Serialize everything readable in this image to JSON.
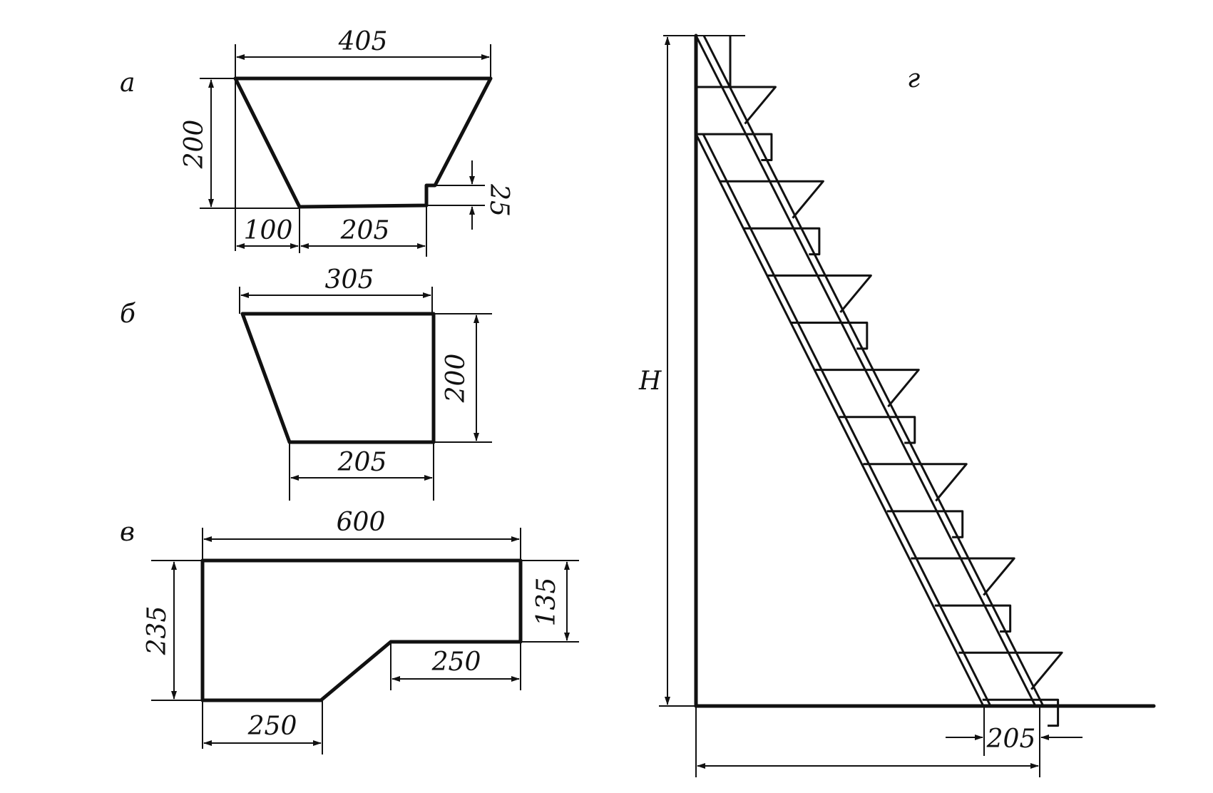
{
  "labels": {
    "a": "а",
    "b": "б",
    "v": "в",
    "g": "г",
    "h": "H"
  },
  "dims": {
    "a_top": "405",
    "a_height": "200",
    "a_step": "25",
    "a_left": "100",
    "a_bottom": "205",
    "b_top": "305",
    "b_height": "200",
    "b_bottom": "205",
    "v_top": "600",
    "v_left": "235",
    "v_right": "135",
    "v_upper_step": "250",
    "v_lower_step": "250",
    "g_bottom": "205"
  }
}
